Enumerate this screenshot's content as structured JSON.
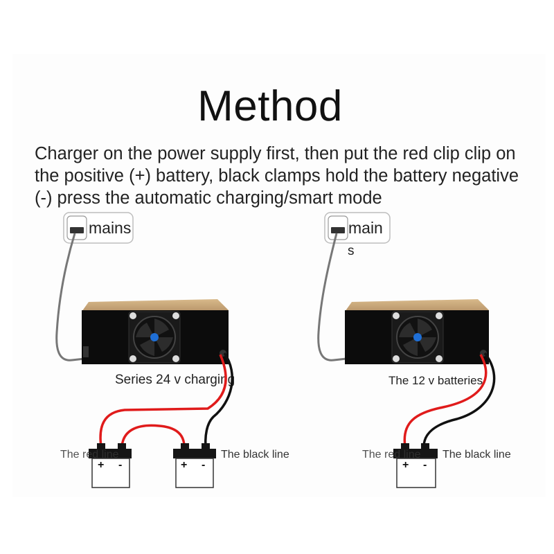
{
  "title": "Method",
  "instructions": [
    "Charger on the power supply first, then put the red clip clip on",
    "the positive (+) battery, black clamps hold the battery negative",
    "(-) press the automatic charging/smart mode"
  ],
  "left_setup": {
    "mains_label": "mains",
    "caption": "Series 24 v charging",
    "red_line_label": "The red line",
    "black_line_label": "The black line",
    "plus": "+",
    "minus": "-"
  },
  "right_setup": {
    "mains_label_line1": "main",
    "mains_label_line2": "s",
    "caption": "The 12 v batteries",
    "red_line_label": "The red line",
    "black_line_label": "The black line",
    "plus": "+",
    "minus": "-"
  },
  "colors": {
    "red_wire": "#e01b1b",
    "black_wire": "#111111",
    "charger_top": "#c9a878",
    "charger_front": "#0c0c0c"
  }
}
